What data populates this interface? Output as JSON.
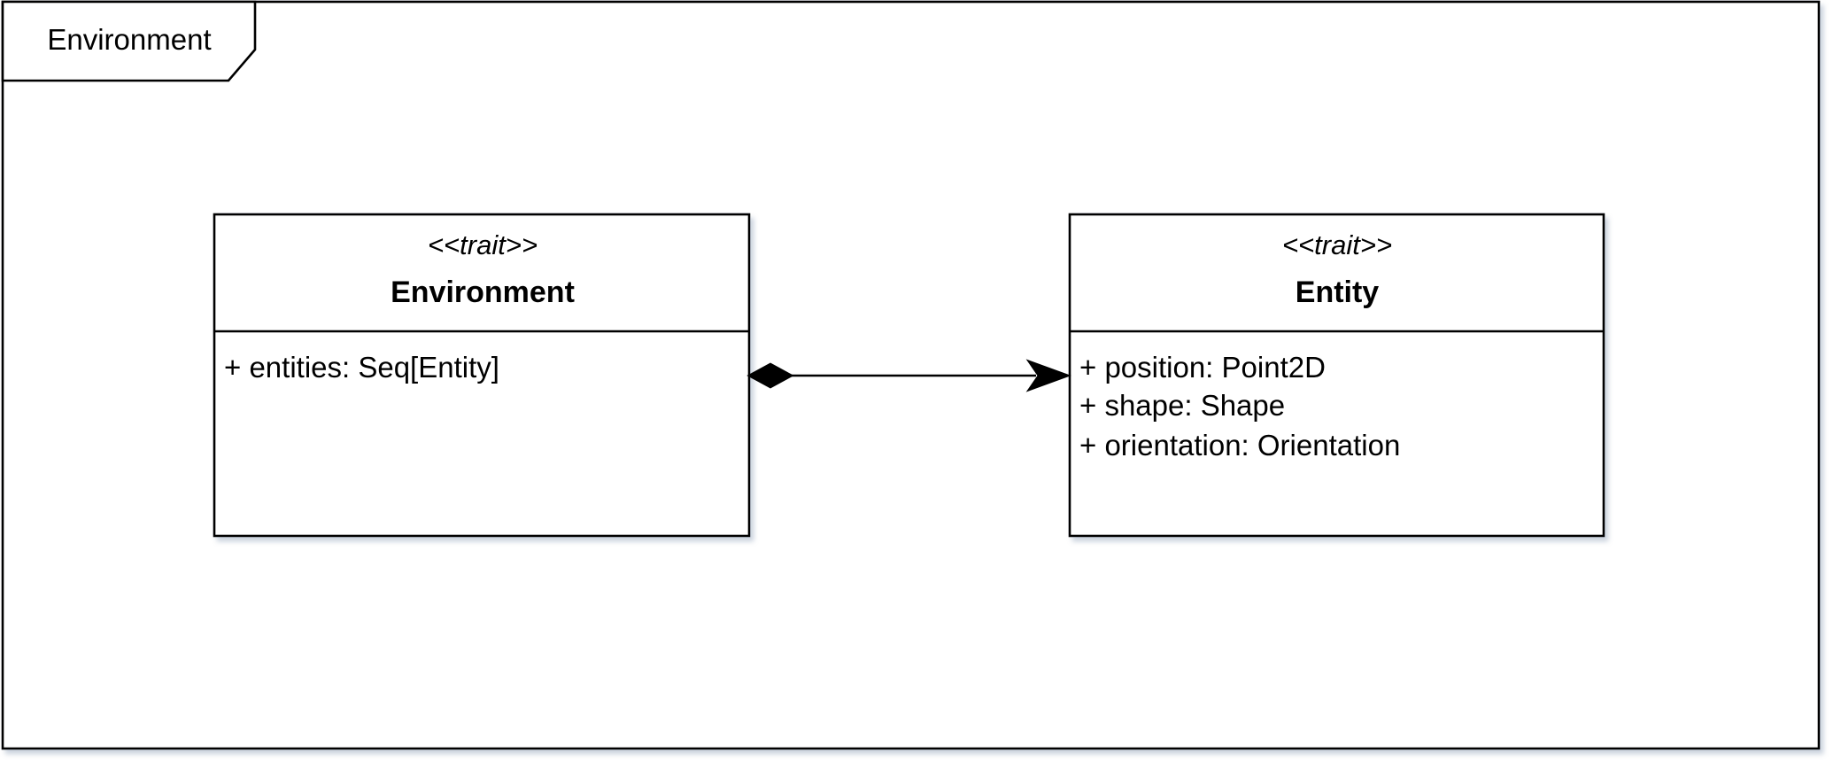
{
  "frame": {
    "label": "Environment"
  },
  "classes": [
    {
      "stereotype": "<<trait>>",
      "name": "Environment",
      "attributes": [
        "+ entities: Seq[Entity]"
      ]
    },
    {
      "stereotype": "<<trait>>",
      "name": "Entity",
      "attributes": [
        "+ position: Point2D",
        "+ shape: Shape",
        "+ orientation: Orientation"
      ]
    }
  ],
  "relationship": {
    "type": "composition",
    "navigable": true,
    "from": "Environment",
    "to": "Entity"
  },
  "colors": {
    "stroke": "#000000",
    "fill": "#ffffff",
    "shadow": "#8a9bb5"
  }
}
